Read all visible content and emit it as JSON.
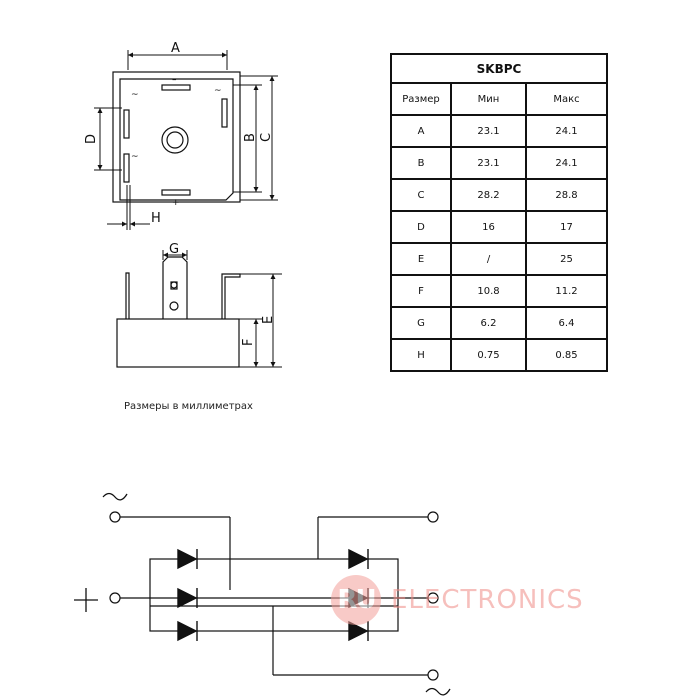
{
  "dimension_labels": {
    "a": "A",
    "b": "B",
    "c": "C",
    "d": "D",
    "e": "E",
    "f": "F",
    "g": "G",
    "h": "H"
  },
  "pin_marks": {
    "minus": "–",
    "plus": "+",
    "ac": "~"
  },
  "table": {
    "title": "SKBPC",
    "headers": [
      "Размер",
      "Мин",
      "Макс"
    ],
    "rows": [
      [
        "A",
        "23.1",
        "24.1"
      ],
      [
        "B",
        "23.1",
        "24.1"
      ],
      [
        "C",
        "28.2",
        "28.8"
      ],
      [
        "D",
        "16",
        "17"
      ],
      [
        "E",
        "/",
        "25"
      ],
      [
        "F",
        "10.8",
        "11.2"
      ],
      [
        "G",
        "6.2",
        "6.4"
      ],
      [
        "H",
        "0.75",
        "0.85"
      ]
    ]
  },
  "note": "Размеры в миллиметрах",
  "watermark": {
    "logo": "RU",
    "text": "ELECTRONICS"
  },
  "colors": {
    "line": "#111111",
    "watermark": "#f08c86"
  }
}
